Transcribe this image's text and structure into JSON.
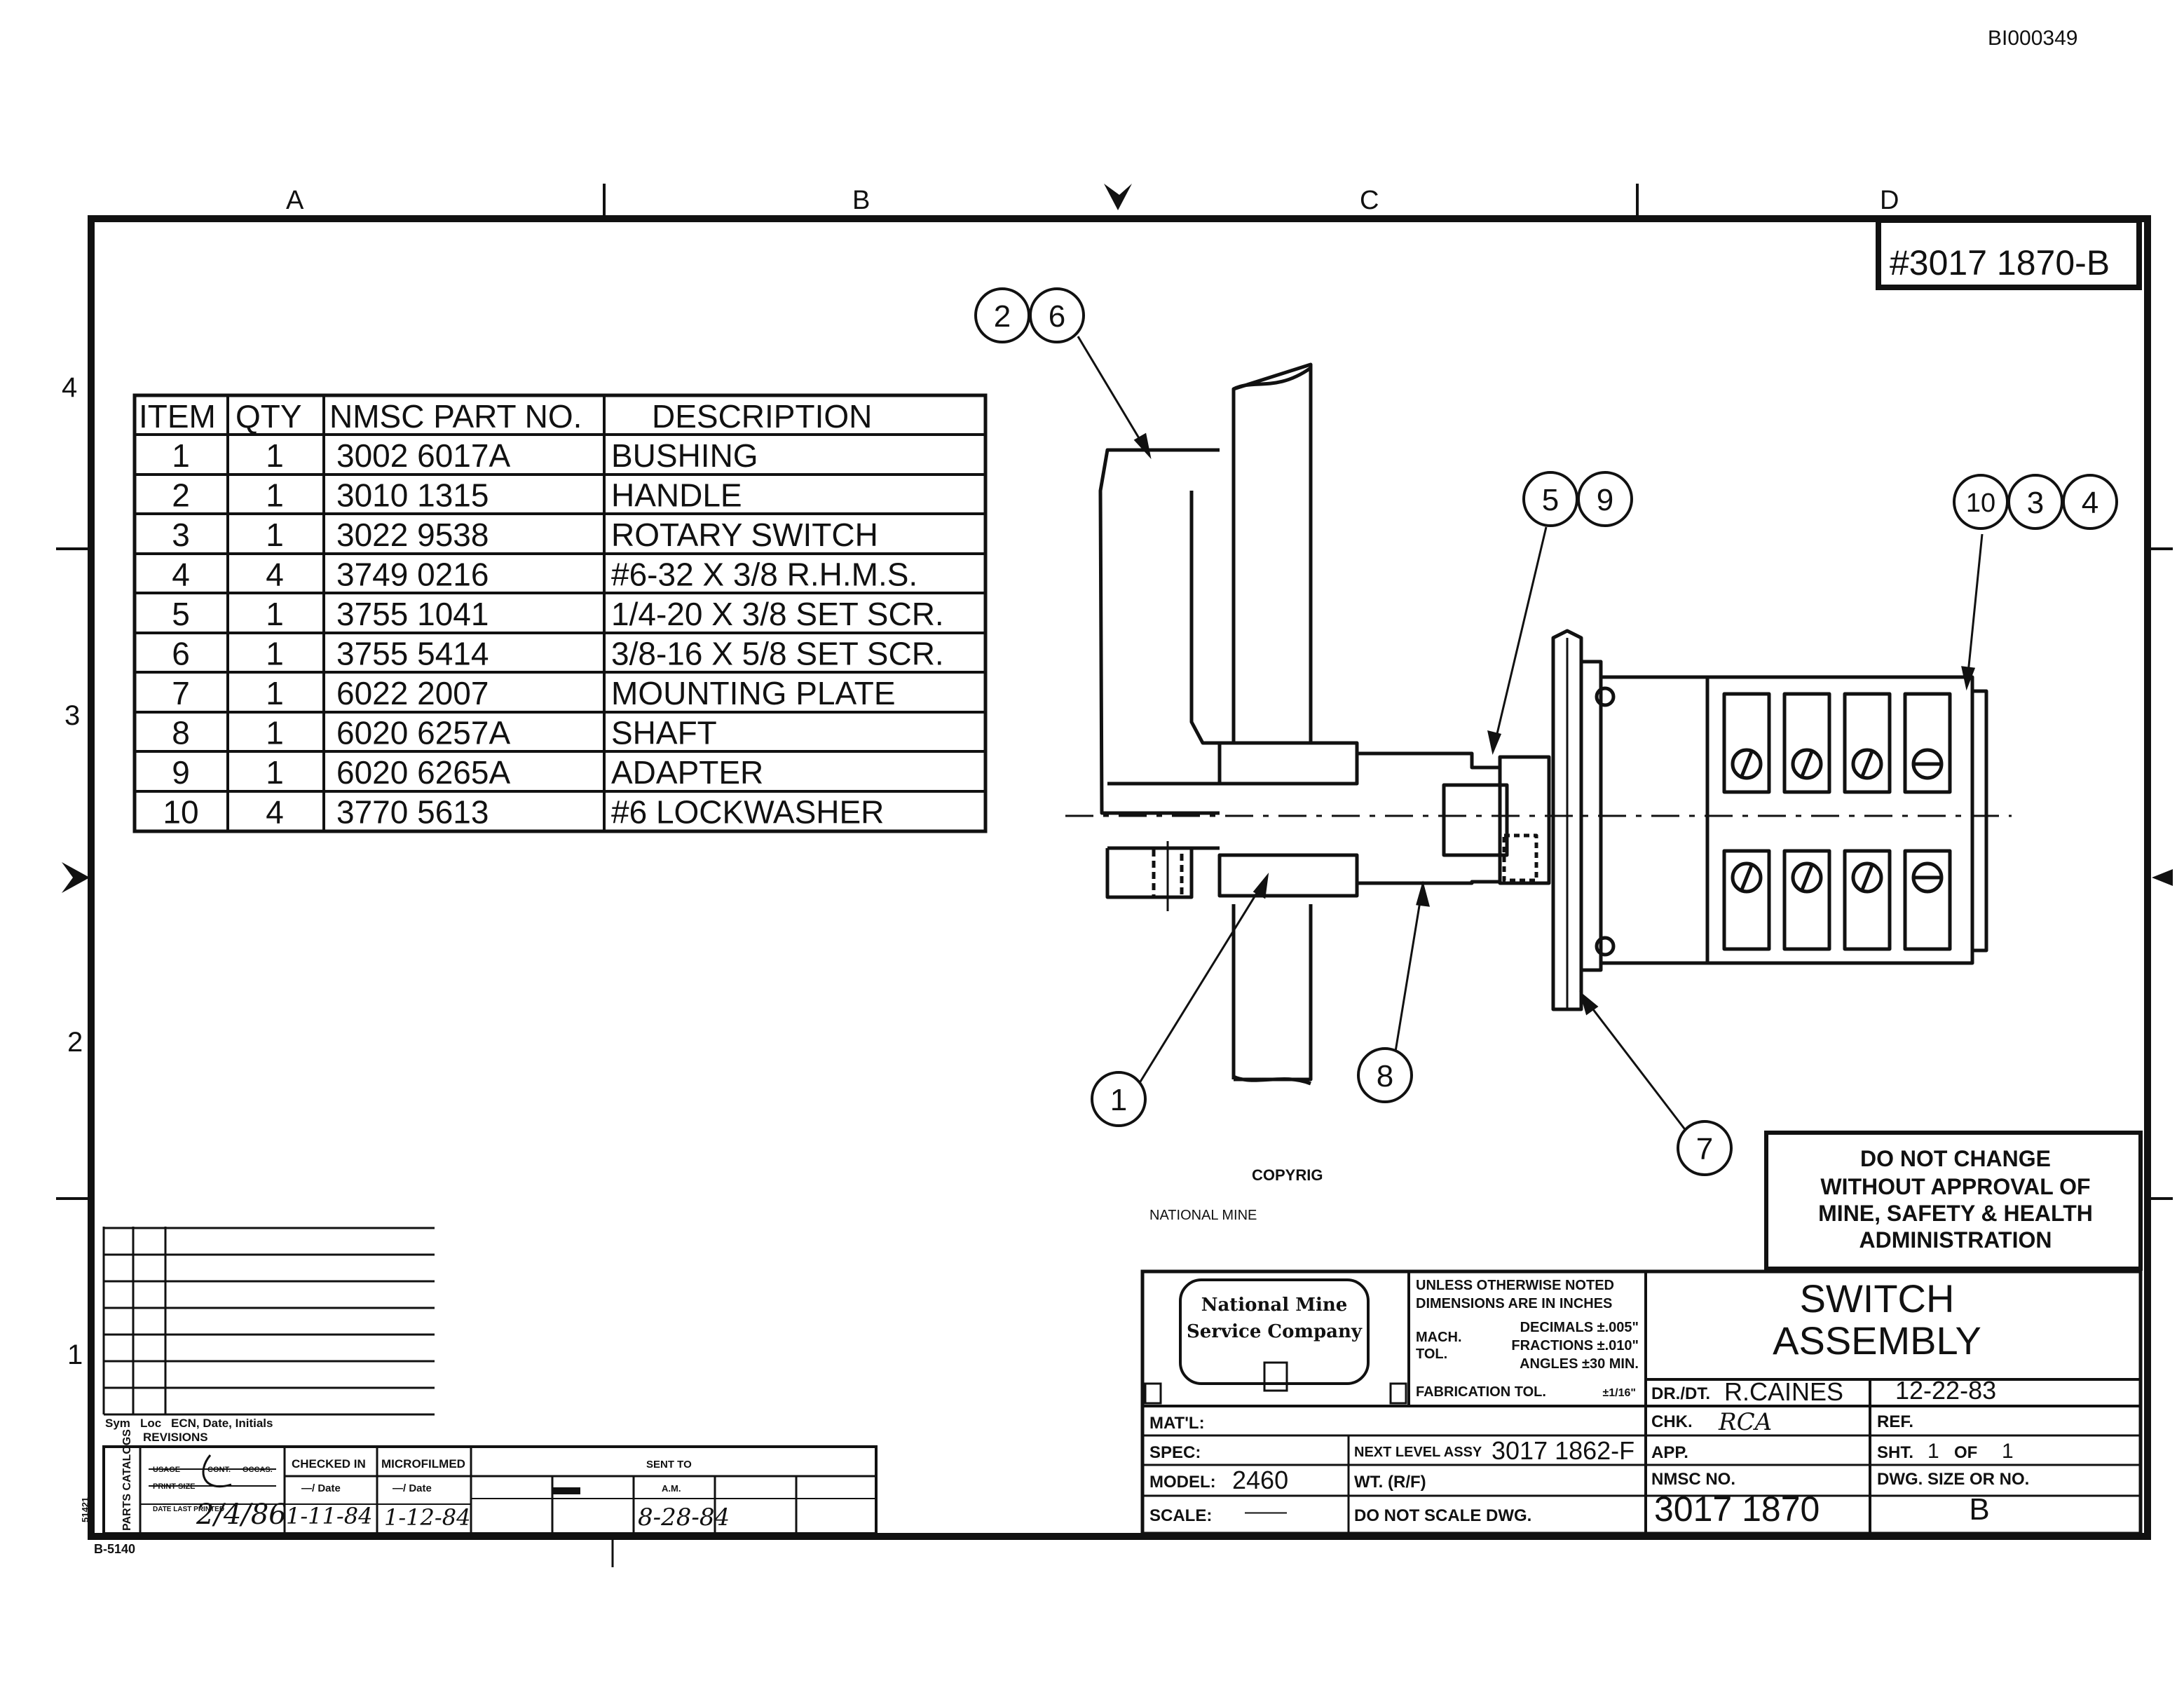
{
  "doc_id": "BI000349",
  "drawing_number_tag": "#3017 1870-B",
  "zone_columns": [
    "A",
    "B",
    "C",
    "D"
  ],
  "zone_rows": [
    "4",
    "3",
    "2",
    "1"
  ],
  "parts_table": {
    "headers": [
      "ITEM",
      "QTY",
      "NMSC PART NO.",
      "DESCRIPTION"
    ],
    "rows": [
      [
        "1",
        "1",
        "3002 6017A",
        "BUSHING"
      ],
      [
        "2",
        "1",
        "3010 1315",
        "HANDLE"
      ],
      [
        "3",
        "1",
        "3022 9538",
        "ROTARY SWITCH"
      ],
      [
        "4",
        "4",
        "3749 0216",
        "#6-32 X 3/8 R.H.M.S."
      ],
      [
        "5",
        "1",
        "3755 1041",
        "1/4-20 X 3/8 SET SCR."
      ],
      [
        "6",
        "1",
        "3755 5414",
        "3/8-16 X 5/8 SET SCR."
      ],
      [
        "7",
        "1",
        "6022 2007",
        "MOUNTING PLATE"
      ],
      [
        "8",
        "1",
        "6020 6257A",
        "SHAFT"
      ],
      [
        "9",
        "1",
        "6020 6265A",
        "ADAPTER"
      ],
      [
        "10",
        "4",
        "3770 5613",
        "#6 LOCKWASHER"
      ]
    ]
  },
  "balloons": {
    "b2": "2",
    "b6": "6",
    "b5": "5",
    "b9": "9",
    "b10": "10",
    "b3": "3",
    "b4": "4",
    "b1": "1",
    "b8": "8",
    "b7": "7"
  },
  "copyright_fragment": {
    "line1": "COPYRIG",
    "line2": "NATIONAL MINE"
  },
  "warning_box": [
    "DO NOT CHANGE",
    "WITHOUT APPROVAL OF",
    "MINE, SAFETY & HEALTH",
    "ADMINISTRATION"
  ],
  "company_logo": [
    "National Mine",
    "Service Company"
  ],
  "tolerances": {
    "note_line1": "UNLESS OTHERWISE NOTED",
    "note_line2": "DIMENSIONS ARE IN INCHES",
    "mach_label": "MACH.",
    "tol_label": "TOL.",
    "decimals": "DECIMALS ±.005\"",
    "fractions": "FRACTIONS ±.010\"",
    "angles": "ANGLES ±30 MIN.",
    "fabrication": "FABRICATION TOL.",
    "fabrication_value": "±1/16\""
  },
  "title": [
    "SWITCH",
    "ASSEMBLY"
  ],
  "title_block": {
    "dr_label": "DR./DT.",
    "dr_value": "R.CAINES",
    "dr_date": "12-22-83",
    "chk_label": "CHK.",
    "chk_value": "RCA",
    "ref_label": "REF.",
    "app_label": "APP.",
    "sht_label": "SHT.",
    "sht_value": "1",
    "of_label": "OF",
    "of_value": "1",
    "nmsc_label": "NMSC NO.",
    "nmsc_value": "3017 1870",
    "dwg_size_label": "DWG. SIZE OR NO.",
    "dwg_size_value": "B",
    "matl_label": "MAT'L:",
    "spec_label": "SPEC:",
    "next_level_label": "NEXT LEVEL ASSY",
    "next_level_value": "3017 1862-F",
    "model_label": "MODEL:",
    "model_value": "2460",
    "wt_label": "WT. (R/F)",
    "scale_label": "SCALE:",
    "scale_value": "——",
    "do_not_scale": "DO NOT SCALE DWG."
  },
  "revisions": {
    "sym": "Sym",
    "loc": "Loc",
    "ecn": "ECN, Date, Initials",
    "revisions_label": "REVISIONS"
  },
  "distribution": {
    "parts_catalogs": "PARTS CATALOGS",
    "usage": "USAGE",
    "print_size": "PRINT SIZE",
    "date_last_printed": "DATE LAST PRINTED",
    "cont_label": "CONT.",
    "occas_label": "OCCAS.",
    "checked_in": "CHECKED IN",
    "microfilmed": "MICROFILMED",
    "date_sub_label": "—/ Date",
    "sent_to": "SENT TO",
    "am_label": "A.M.",
    "hand_date_1": "2/4/86",
    "hand_date_2": "1-11-84",
    "hand_date_3": "1-12-84",
    "hand_date_4": "8-28-84",
    "form_number": "B-5140",
    "side_number": "51421"
  }
}
